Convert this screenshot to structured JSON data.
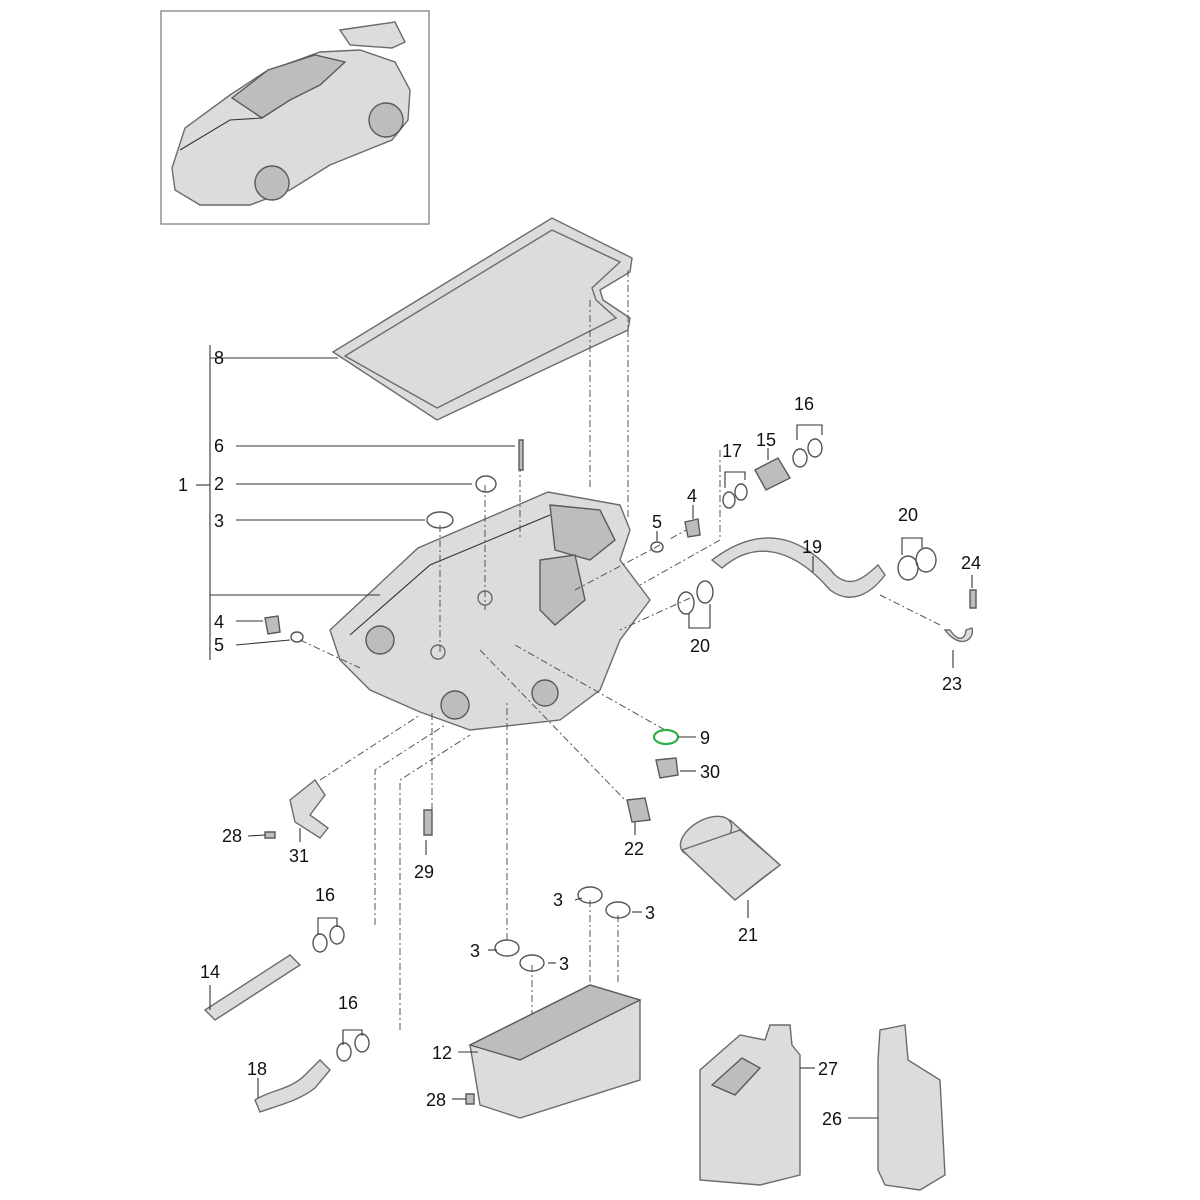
{
  "callouts": {
    "c1": "1",
    "c2": "2",
    "c3a": "3",
    "c4a": "4",
    "c4b": "4",
    "c5a": "5",
    "c5b": "5",
    "c6": "6",
    "c8": "8",
    "c9": "9",
    "c12": "12",
    "c14": "14",
    "c15": "15",
    "c16a": "16",
    "c16b": "16",
    "c16c": "16",
    "c17": "17",
    "c18": "18",
    "c19": "19",
    "c20a": "20",
    "c20b": "20",
    "c21": "21",
    "c22": "22",
    "c23": "23",
    "c24": "24",
    "c26": "26",
    "c27": "27",
    "c28a": "28",
    "c28b": "28",
    "c29": "29",
    "c30": "30",
    "c31": "31",
    "c3b": "3",
    "c3c": "3",
    "c3d": "3",
    "c3e": "3"
  },
  "colors": {
    "part_fill": "#dcdcdc",
    "part_stroke": "#6b6b6b",
    "seal_highlight": "#2fae4a",
    "line": "#333333"
  }
}
